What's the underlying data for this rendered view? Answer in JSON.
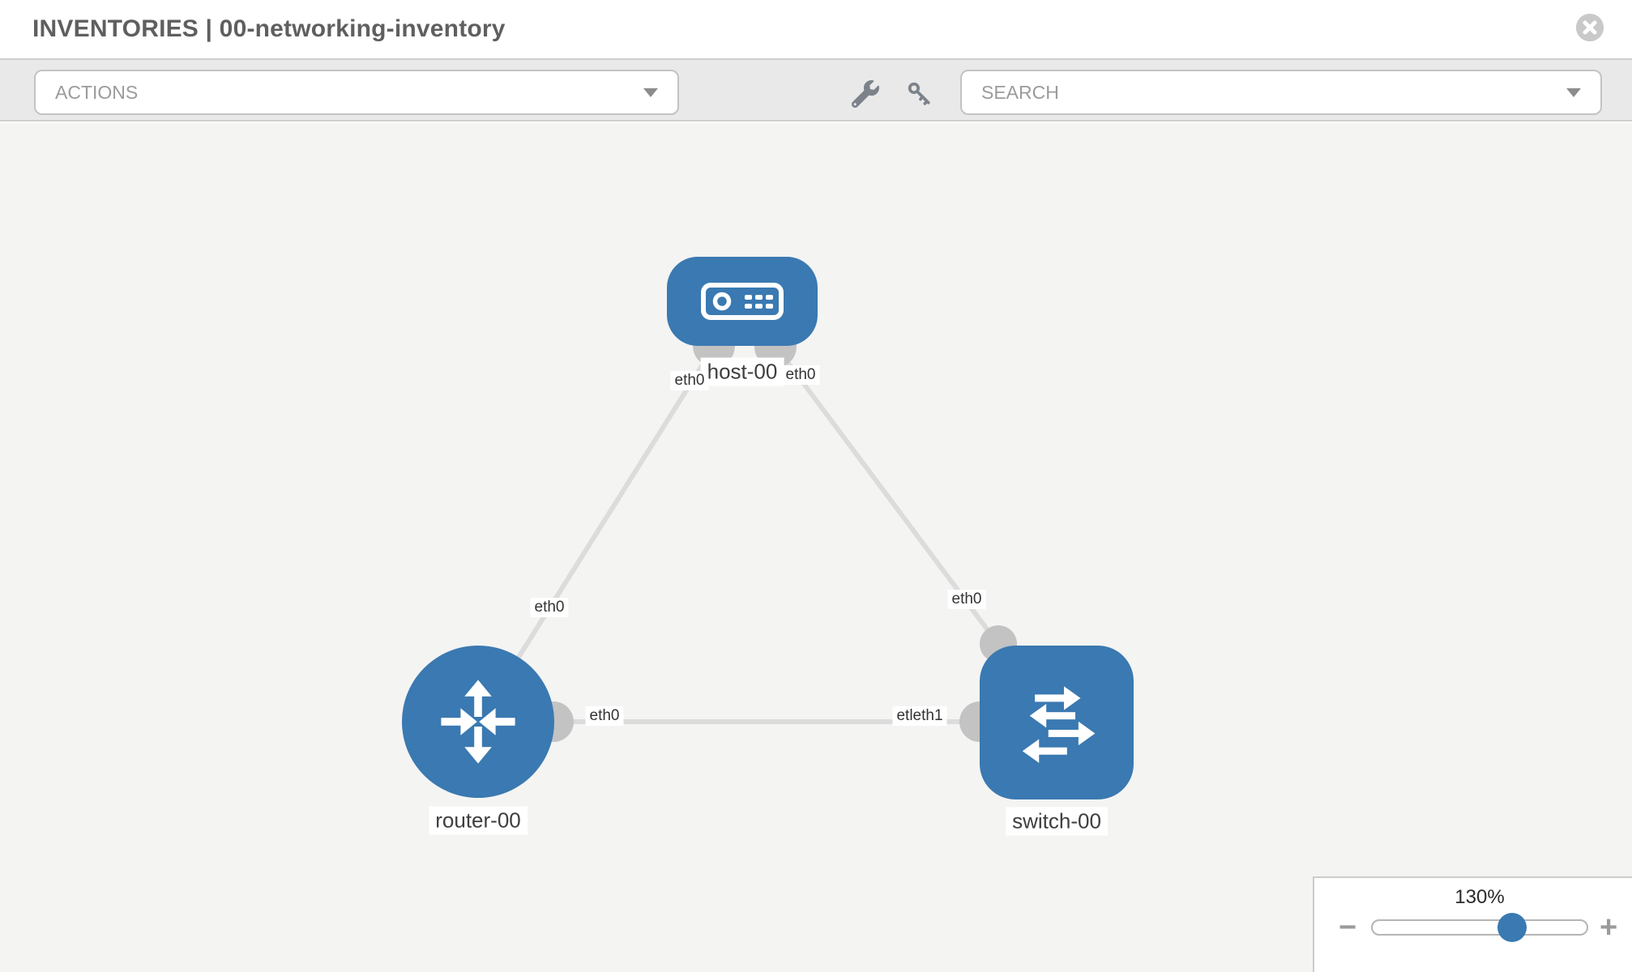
{
  "header": {
    "title": "INVENTORIES | 00-networking-inventory",
    "close_icon": "times-circle"
  },
  "toolbar": {
    "actions_placeholder": "ACTIONS",
    "search_placeholder": "SEARCH",
    "icons": [
      "wrench-icon",
      "key-icon"
    ]
  },
  "topology": {
    "nodes": [
      {
        "id": "host-00",
        "type": "host",
        "label": "host-00"
      },
      {
        "id": "router-00",
        "type": "router",
        "label": "router-00"
      },
      {
        "id": "switch-00",
        "type": "switch",
        "label": "switch-00"
      }
    ],
    "links": [
      {
        "from": "router-00",
        "to": "host-00",
        "from_label": "eth0",
        "to_label": "eth0"
      },
      {
        "from": "switch-00",
        "to": "host-00",
        "from_label": "eth0",
        "to_label": "eth0"
      },
      {
        "from": "router-00",
        "to": "switch-00",
        "from_label": "eth0",
        "to_label": "etleth1"
      }
    ]
  },
  "zoom_control": {
    "value": "130%",
    "minus_label": "−",
    "plus_label": "+"
  },
  "colors": {
    "node_blue": "#3a79b1",
    "link_gray": "#dcdcdc",
    "port_gray": "#c3c3c3",
    "canvas_bg": "#f4f4f3",
    "toolbar_bg": "#e9e9e9",
    "icon_gray": "#7b828a",
    "placeholder_gray": "#9b9b9b",
    "title_gray": "#5f5f5f"
  }
}
